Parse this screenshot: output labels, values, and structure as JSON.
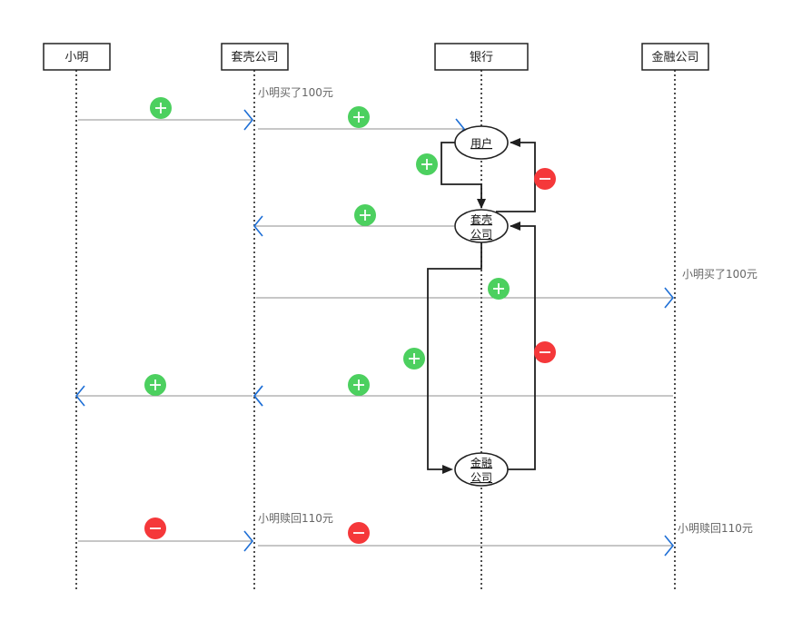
{
  "actors": [
    {
      "id": "xiaoming",
      "label": "小明"
    },
    {
      "id": "shell",
      "label": "套壳公司"
    },
    {
      "id": "bank",
      "label": "银行"
    },
    {
      "id": "finance",
      "label": "金融公司"
    }
  ],
  "notes": {
    "buy_shell": "小明买了100元",
    "buy_finance": "小明买了100元",
    "redeem_shell": "小明赎回110元",
    "redeem_finance": "小明赎回110元"
  },
  "accounts": {
    "user": [
      "用户"
    ],
    "shell": [
      "套壳",
      "公司"
    ],
    "finance": [
      "金融",
      "公司"
    ]
  },
  "colors": {
    "plus": "#4cd05f",
    "minus": "#f5383a",
    "arrow_blue": "#1e6fd6",
    "line_gray": "#8f8f8f",
    "dark": "#1f1f1f"
  },
  "icons": {
    "plus": "plus-circle-icon",
    "minus": "minus-circle-icon"
  }
}
